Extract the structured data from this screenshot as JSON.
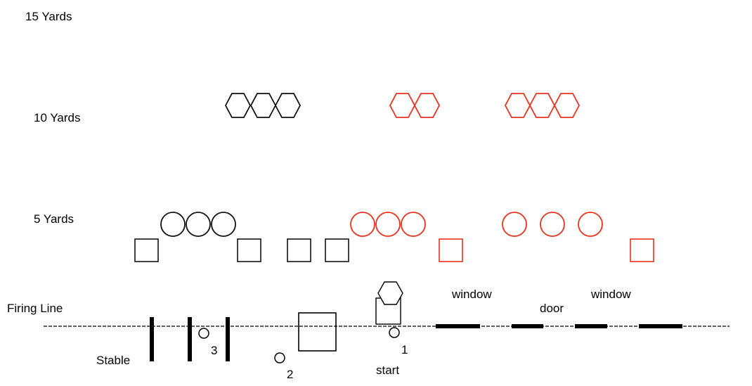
{
  "labels": {
    "yards15": "15 Yards",
    "yards10": "10 Yards",
    "yards5": "5 Yards",
    "firing_line": "Firing Line",
    "stable": "Stable",
    "window_left": "window",
    "door": "door",
    "window_right": "window",
    "start": "start",
    "pos1": "1",
    "pos2": "2",
    "pos3": "3"
  },
  "colors": {
    "black_target": "#111111",
    "red_target": "#e8321e",
    "line": "#000000"
  },
  "icons": {
    "hexagon": "hexagon-target-icon",
    "circle": "circle-target-icon",
    "square": "square-target-icon",
    "position_marker": "shooter-position-icon"
  }
}
